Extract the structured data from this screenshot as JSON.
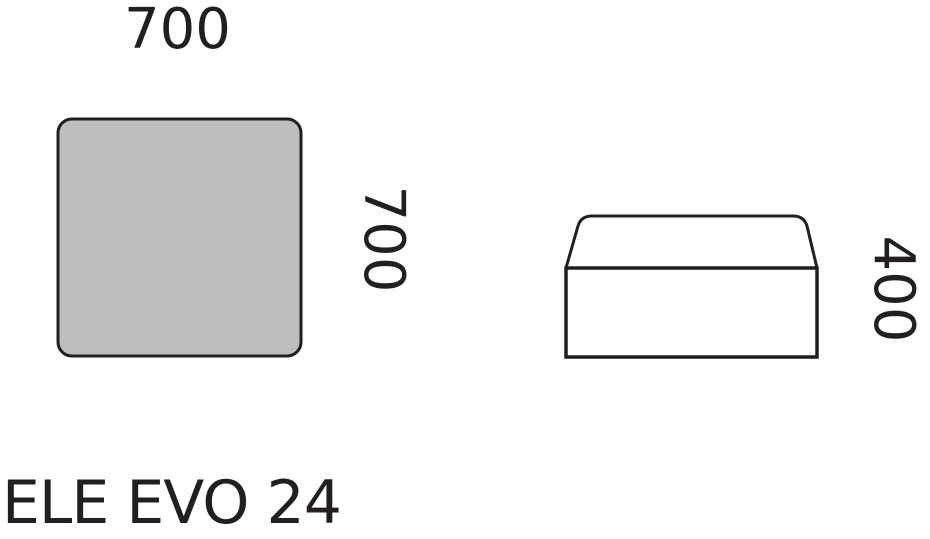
{
  "diagram": {
    "title": "ELE EVO 24",
    "top_view": {
      "width_label": "700",
      "depth_label": "700",
      "fill_color": "#bcbec0",
      "stroke_color": "#231f20"
    },
    "side_view": {
      "height_label": "400",
      "fill_color": "#ffffff",
      "stroke_color": "#231f20"
    }
  }
}
